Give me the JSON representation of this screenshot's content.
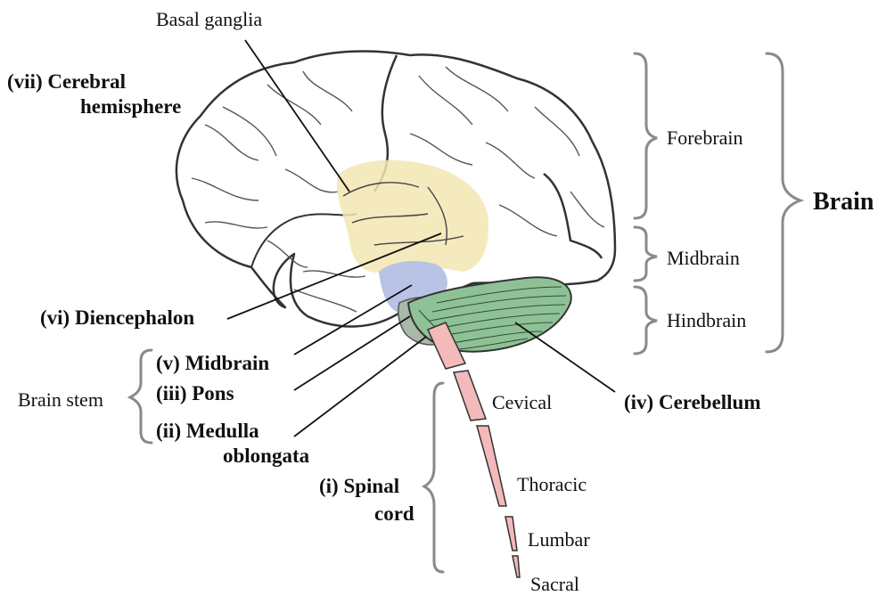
{
  "labels": {
    "basal_ganglia": "Basal ganglia",
    "cerebral_hemisphere": [
      "(vii) Cerebral",
      "hemisphere"
    ],
    "diencephalon": "(vi) Diencephalon",
    "midbrain_part": "(v)  Midbrain",
    "pons": "(iii) Pons",
    "medulla": [
      "(ii)  Medulla",
      "oblongata"
    ],
    "spinal_cord": [
      "(i) Spinal",
      "cord"
    ],
    "cerebellum": "(iv) Cerebellum",
    "brain_stem": "Brain stem",
    "forebrain": "Forebrain",
    "midbrain_div": "Midbrain",
    "hindbrain": "Hindbrain",
    "brain": "Brain",
    "cervical": "Cevical",
    "thoracic": "Thoracic",
    "lumbar": "Lumbar",
    "sacral": "Sacral"
  },
  "colors": {
    "outline": "#333333",
    "basal_ganglia_fill": "#f3e5b3",
    "diencephalon_fill": "#b8c3e6",
    "cerebellum_fill": "#8fc196",
    "brainstem_fill": "#a8b8a9",
    "spinal_cord_fill": "#f3b9bb",
    "bracket": "#8a8a8a",
    "leader": "#111111"
  }
}
